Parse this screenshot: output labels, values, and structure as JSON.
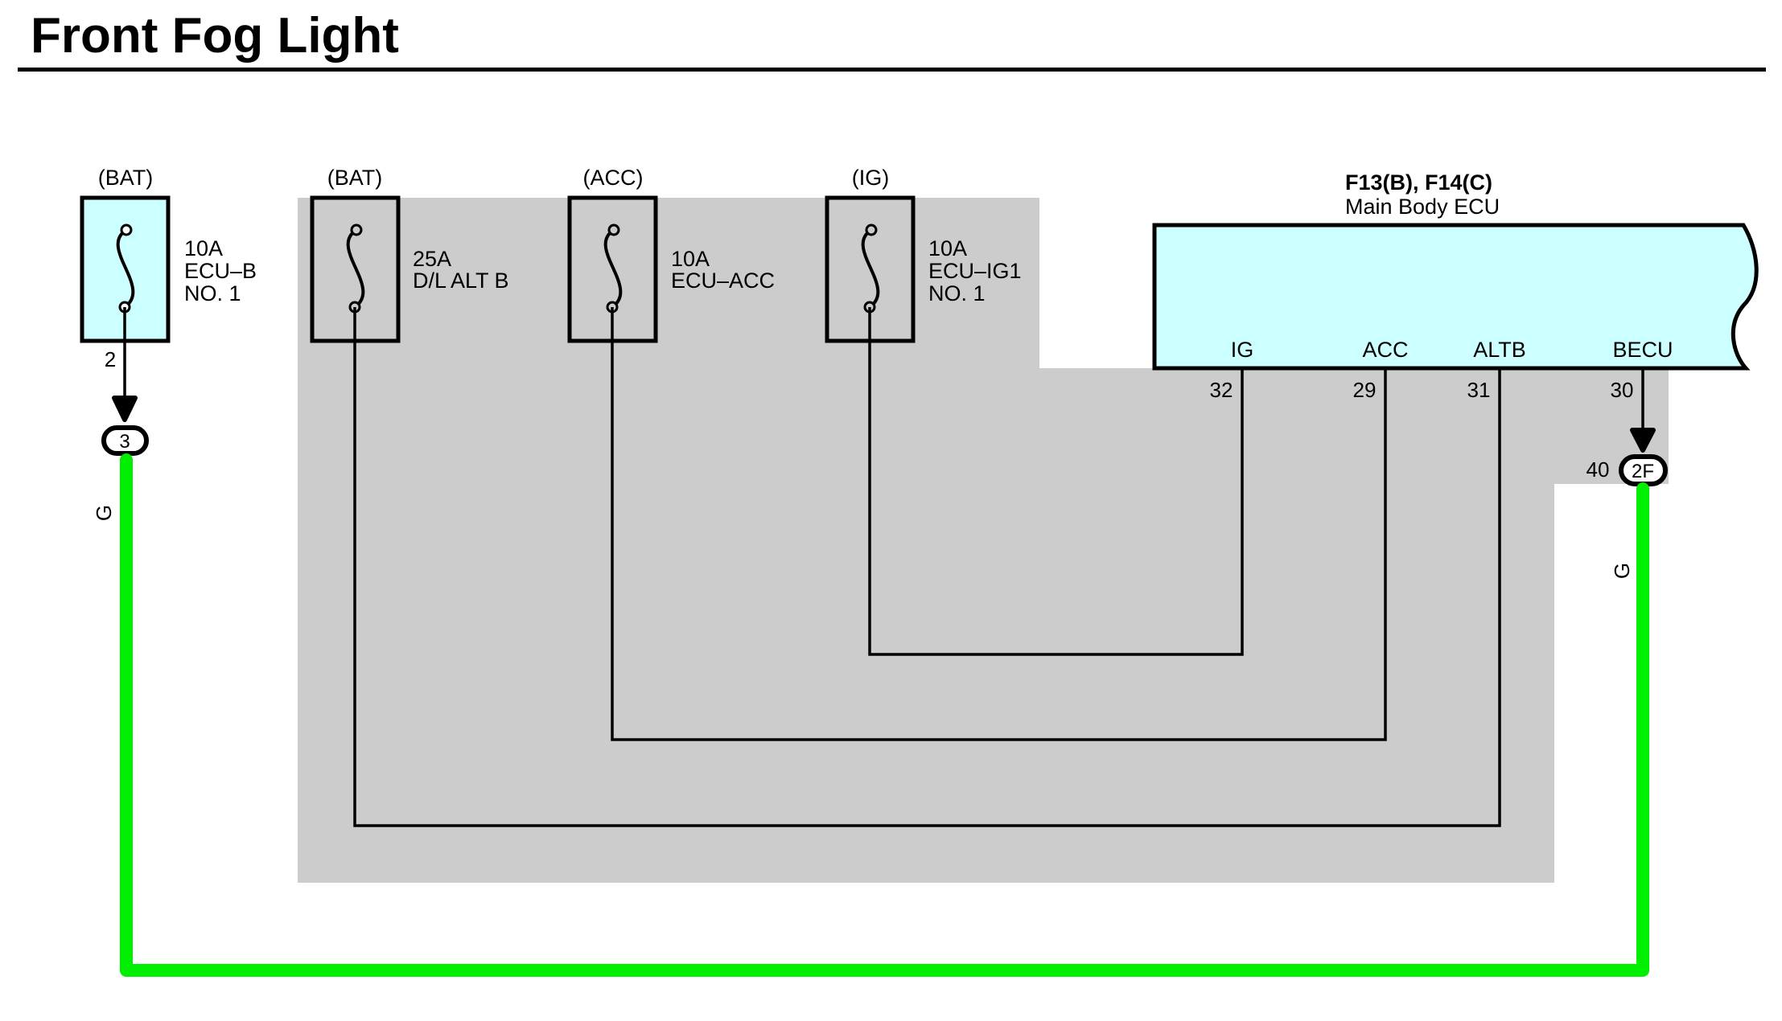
{
  "title": "Front Fog Light",
  "colors": {
    "ecu_fill": "#ccffff",
    "ground_wire": "#00ee00",
    "shaded_area": "#cccccc",
    "line": "#000000"
  },
  "fuses": [
    {
      "source": "(BAT)",
      "rating": "10A",
      "name1": "ECU–B",
      "name2": "NO. 1"
    },
    {
      "source": "(BAT)",
      "rating": "25A",
      "name1": "D/L ALT B",
      "name2": ""
    },
    {
      "source": "(ACC)",
      "rating": "10A",
      "name1": "ECU–ACC",
      "name2": ""
    },
    {
      "source": "(IG)",
      "rating": "10A",
      "name1": "ECU–IG1",
      "name2": "NO. 1"
    }
  ],
  "fuse1_pin": "2",
  "connector_left": {
    "label": "3",
    "wire_color": "G"
  },
  "ecu": {
    "connectors": "F13(B), F14(C)",
    "name": "Main Body ECU",
    "terminals": [
      {
        "name": "IG",
        "pin": "32"
      },
      {
        "name": "ACC",
        "pin": "29"
      },
      {
        "name": "ALTB",
        "pin": "31"
      },
      {
        "name": "BECU",
        "pin": "30"
      }
    ]
  },
  "connector_right": {
    "pin": "40",
    "label": "2F",
    "wire_color": "G"
  }
}
